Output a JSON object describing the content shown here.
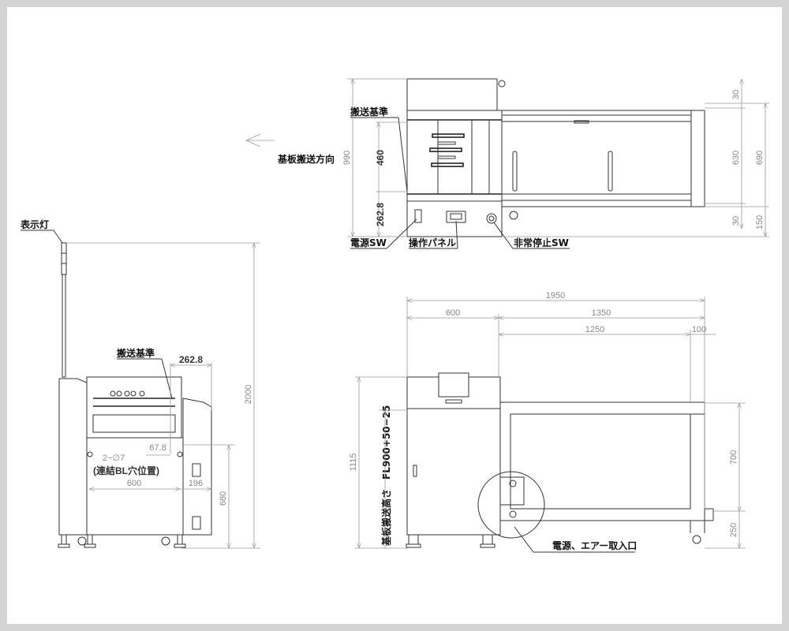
{
  "top_view": {
    "labels": {
      "transport_reference": "搬送基準",
      "board_transport_direction": "基板搬送方向",
      "power_switch": "電源SW",
      "operation_panel": "操作パネル",
      "emergency_stop_switch": "非常停止SW"
    },
    "dimensions": {
      "total_depth": "990",
      "reference_width": "460",
      "reference_offset": "262.8",
      "top_margin": "30",
      "conveyor_width": "630",
      "bottom_margin": "30",
      "outer_width": "690",
      "bottom_offset": "150"
    }
  },
  "side_view": {
    "labels": {
      "indicator_light": "表示灯",
      "transport_reference": "搬送基準",
      "holes": "2−∅7",
      "holes_note": "(連結BL穴位置)"
    },
    "dimensions": {
      "reference_offset": "262.8",
      "total_height": "2000",
      "hole_height": "680",
      "hole_offset": "67.8",
      "hole_pitch": "600",
      "hole_side": "196"
    }
  },
  "front_view": {
    "labels": {
      "transport_height": "基板搬送高さ　FL900+50−25",
      "power_air_inlet": "電源、エアー取入口"
    },
    "dimensions": {
      "total_length": "1950",
      "unit_length": "600",
      "conveyor_length": "1350",
      "conveyor_inner": "1250",
      "end_margin": "100",
      "total_height": "1115",
      "frame_height": "700",
      "leg_height": "250"
    }
  }
}
